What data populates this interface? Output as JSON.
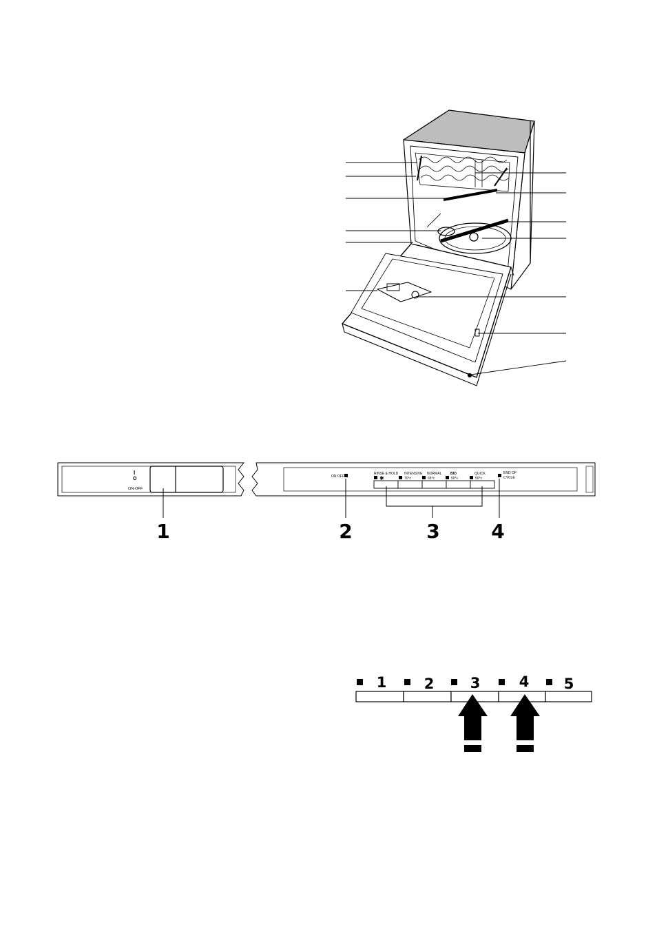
{
  "control_panel": {
    "switch_symbol_top": "I",
    "switch_symbol_bottom": "O",
    "switch_label": "ON-OFF",
    "on_off_led_label": "ON OFF",
    "programs": [
      {
        "line1": "RINSE & HOLD",
        "line2": "✱"
      },
      {
        "line1": "INTENSIVE",
        "line2": "70°c"
      },
      {
        "line1": "NORMAL",
        "line2": "65°c"
      },
      {
        "line1": "BIO",
        "line2": "50°c"
      },
      {
        "line1": "QUICK",
        "line2": "50°c"
      }
    ],
    "end_of_cycle_line1": "END OF",
    "end_of_cycle_line2": "CYCLE",
    "callouts": [
      "1",
      "2",
      "3",
      "4"
    ]
  },
  "program_selector": {
    "numbers": [
      "1",
      "2",
      "3",
      "4",
      "5"
    ]
  }
}
